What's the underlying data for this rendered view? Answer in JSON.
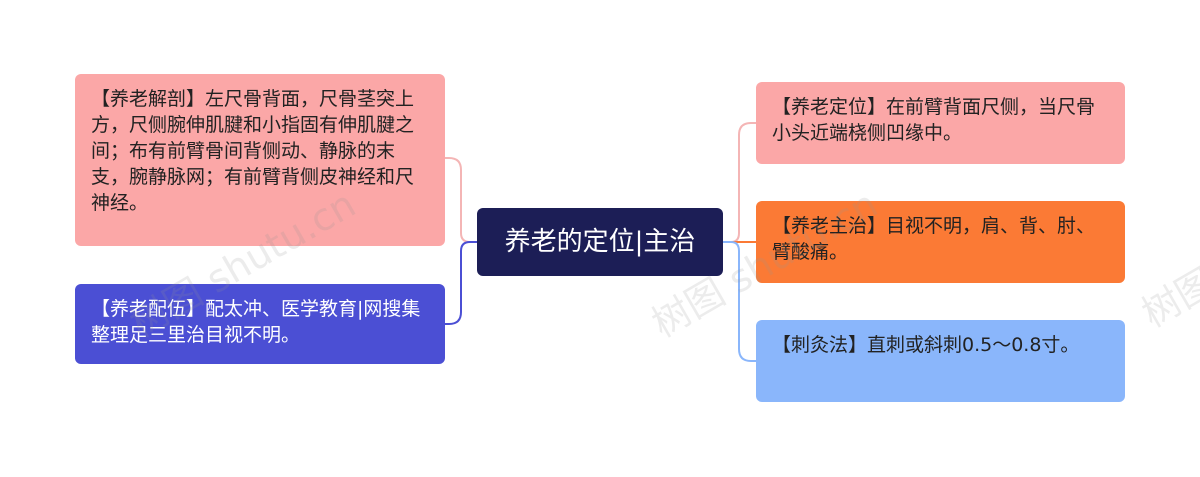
{
  "center": {
    "label": "养老的定位|主治",
    "color": "#1c1e56"
  },
  "left_nodes": [
    {
      "id": "anatomy",
      "text": "【养老解剖】左尺骨背面，尺骨茎突上方，尺侧腕伸肌腱和小指固有伸肌腱之间；布有前臂骨间背侧动、静脉的末支，腕静脉网；有前臂背侧皮神经和尺神经。",
      "fill": "#fba7a7",
      "text_color": "#222222",
      "link_color": "#f4b5b5"
    },
    {
      "id": "pairing",
      "text": "【养老配伍】配太冲、医学教育|网搜集整理足三里治目视不明。",
      "fill": "#4b4fd4",
      "text_color": "#ffffff",
      "link_color": "#4b4fd4"
    }
  ],
  "right_nodes": [
    {
      "id": "location",
      "text": "【养老定位】在前臂背面尺侧，当尺骨小头近端桡侧凹缘中。",
      "fill": "#fba7a7",
      "text_color": "#222222",
      "link_color": "#f4b5b5"
    },
    {
      "id": "indication",
      "text": "【养老主治】目视不明，肩、背、肘、臂酸痛。",
      "fill": "#fb7a35",
      "text_color": "#222222",
      "link_color": "#fb7a35"
    },
    {
      "id": "technique",
      "text": "【刺灸法】直刺或斜刺0.5～0.8寸。",
      "fill": "#8ab6fb",
      "text_color": "#222222",
      "link_color": "#8ab6fb"
    }
  ],
  "watermarks": [
    "树图 shutu.cn",
    "树图 shutu.cn",
    "树图"
  ]
}
